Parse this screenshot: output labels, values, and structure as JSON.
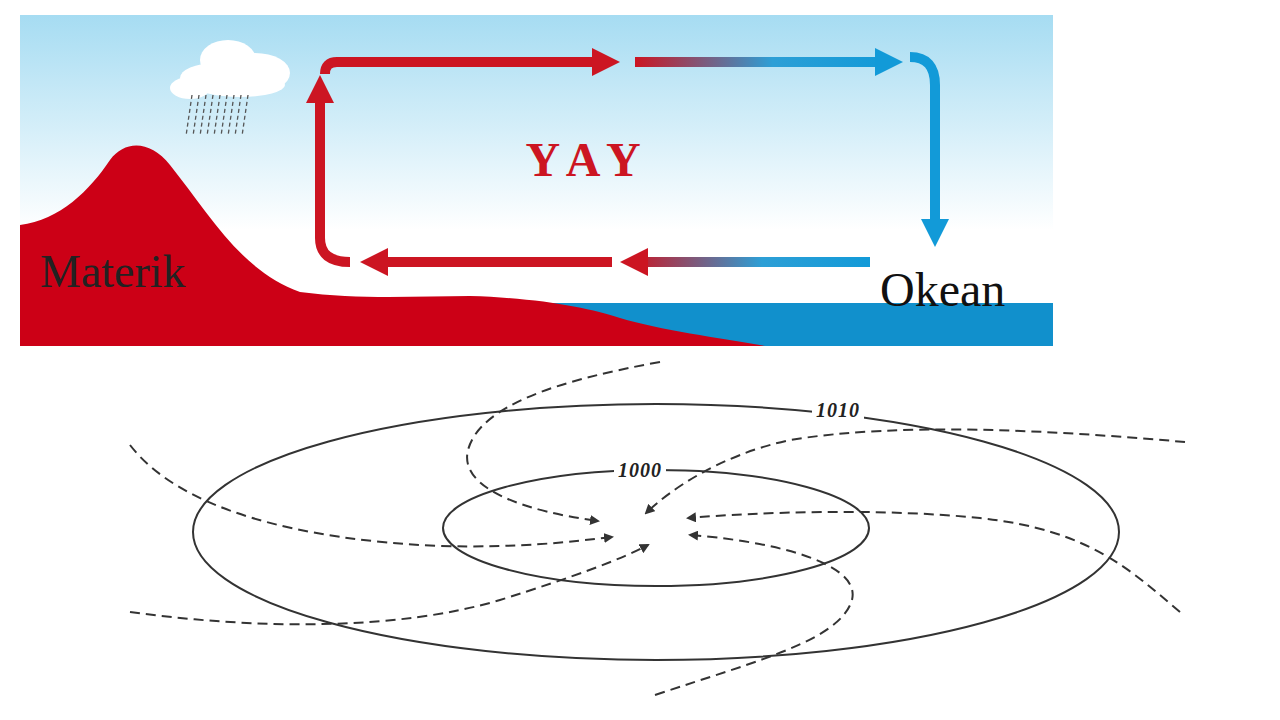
{
  "diagram": {
    "labels": [
      "YAY",
      "Materik",
      "Okean",
      "1010",
      "1000"
    ]
  }
}
